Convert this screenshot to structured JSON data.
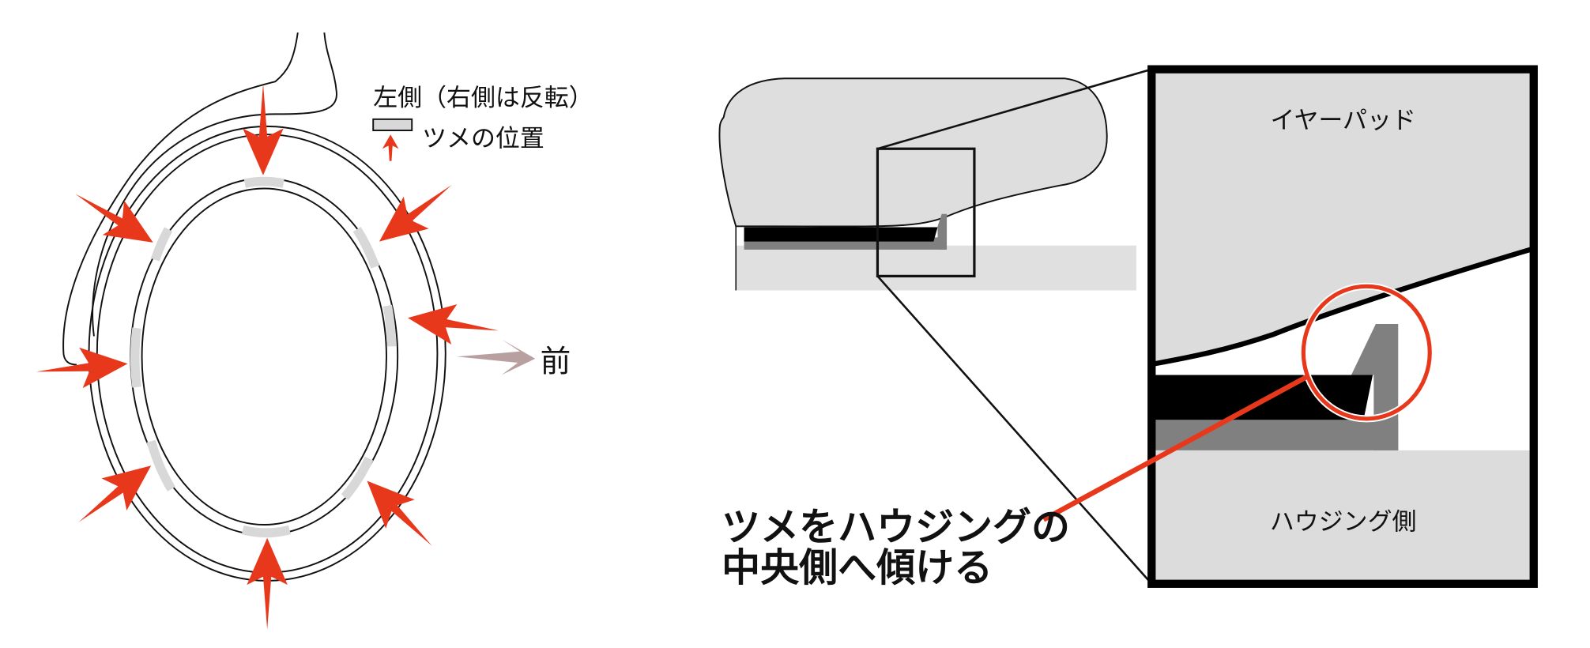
{
  "left_figure": {
    "legend_title": "左側（右側は反転）",
    "legend_item": "ツメの位置",
    "front_label": "前"
  },
  "right_figure": {
    "earpad_label": "イヤーパッド",
    "housing_label": "ハウジング側",
    "callout_line1": "ツメをハウジングの",
    "callout_line2": "中央側へ傾ける"
  },
  "colors": {
    "arrow_red": "#e8381c",
    "front_arrow": "#b9a0a0",
    "claw_fill": "#d8d8d8",
    "pad_fill": "#dcdcdc",
    "claw_grey": "#808080"
  }
}
